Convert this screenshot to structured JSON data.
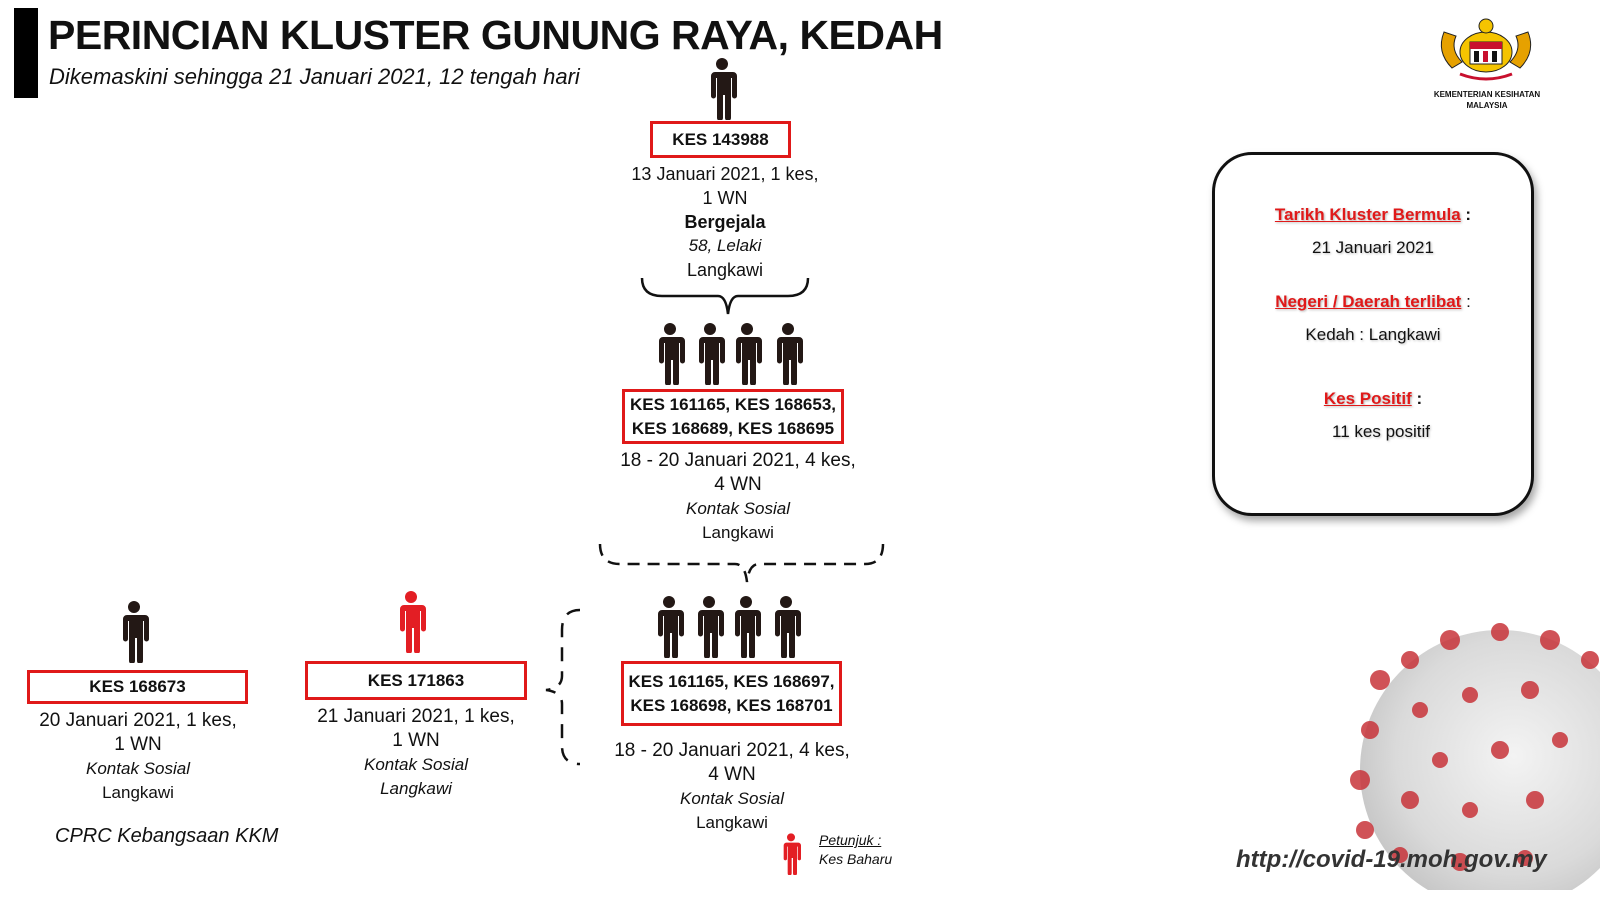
{
  "header": {
    "title": "PERINCIAN KLUSTER GUNUNG RAYA, KEDAH",
    "subtitle": "Dikemaskini sehingga 21 Januari 2021, 12 tengah hari"
  },
  "logo": {
    "line1": "KEMENTERIAN KESIHATAN",
    "line2": "MALAYSIA",
    "icon": "malaysia-coat-of-arms-icon"
  },
  "index_case": {
    "label": "KES 143988",
    "date": "13 Januari 2021, 1 kes,",
    "nationality": "1 WN",
    "status": "Bergejala",
    "profile": "58, Lelaki",
    "location": "Langkawi"
  },
  "group_1": {
    "label_line1": "KES 161165, KES 168653,",
    "label_line2": "KES 168689, KES 168695",
    "date": "18 - 20 Januari 2021, 4 kes,",
    "nationality": "4 WN",
    "category": "Kontak Sosial",
    "location": "Langkawi"
  },
  "group_2": {
    "label_line1": "KES 161165, KES 168697,",
    "label_line2": "KES 168698, KES 168701",
    "date": "18 - 20 Januari 2021, 4 kes,",
    "nationality": "4 WN",
    "category": "Kontak Sosial",
    "location": "Langkawi"
  },
  "case_168673": {
    "label": "KES 168673",
    "date": "20 Januari 2021, 1 kes,",
    "nationality": "1 WN",
    "category": "Kontak Sosial",
    "location": "Langkawi"
  },
  "case_171863": {
    "label": "KES 171863",
    "date": "21 Januari 2021, 1 kes,",
    "nationality": "1 WN",
    "category": "Kontak Sosial",
    "location": "Langkawi"
  },
  "summary": {
    "start_label": "Tarikh Kluster Bermula",
    "start_value": "21 Januari 2021",
    "region_label": "Negeri / Daerah terlibat",
    "region_value": "Kedah : Langkawi",
    "positive_label": "Kes Positif",
    "positive_value": "11 kes positif",
    "colon": ":"
  },
  "legend": {
    "title": "Petunjuk :",
    "new_case": "Kes Baharu"
  },
  "footer": {
    "source": "CPRC Kebangsaan KKM",
    "url": "http://covid-19.moh.gov.my"
  },
  "colors": {
    "existing_case": "#231815",
    "new_case": "#e31e24",
    "box_border": "#e01919"
  }
}
